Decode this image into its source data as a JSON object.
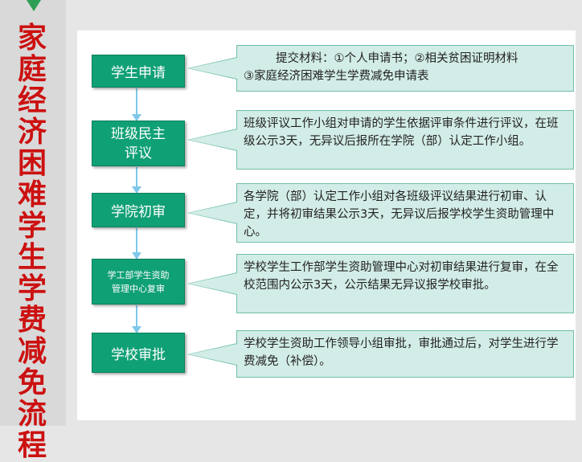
{
  "title": "家庭经济困难学生学费减免流程",
  "steps": [
    {
      "label": "学生申请"
    },
    {
      "label_line1": "班级民主",
      "label_line2": "评议"
    },
    {
      "label": "学院初审"
    },
    {
      "label_line1": "学工部学生资助",
      "label_line2": "管理中心复审"
    },
    {
      "label": "学校审批"
    }
  ],
  "notes": [
    {
      "line1": "提交材料：①个人申请书；②相关贫困证明材料",
      "line2": "③家庭经济困难学生学费减免申请表"
    },
    {
      "text": "班级评议工作小组对申请的学生依据评审条件进行评议，在班级公示3天，无异议后报所在学院（部）认定工作小组。"
    },
    {
      "text": "各学院（部）认定工作小组对各班级评议结果进行初审、认定，并将初审结果公示3天，无异议后报学校学生资助管理中心。"
    },
    {
      "text": "学校学生工作部学生资助管理中心对初审结果进行复审，在全校范围内公示3天，公示结果无异议报学校审批。"
    },
    {
      "text": "学校学生资助工作领导小组审批，审批通过后，对学生进行学费减免（补偿）。"
    }
  ],
  "colors": {
    "step_fill": "#10a075",
    "note_fill": "#d2ece7",
    "title_text": "#cc1111",
    "connector": "#7ec8ea"
  }
}
